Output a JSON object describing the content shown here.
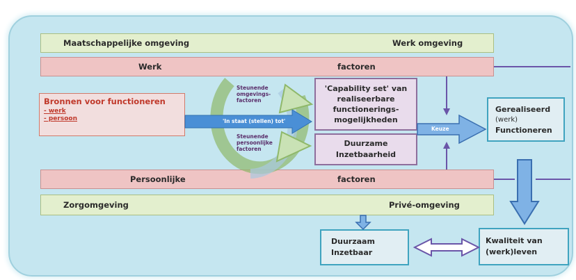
{
  "bands": {
    "maatschappelijke": "Maatschappelijke omgeving",
    "werk_omgeving": "Werk omgeving",
    "werk": "Werk",
    "factoren_top": "factoren",
    "persoonlijke": "Persoonlijke",
    "factoren_bottom": "factoren",
    "zorgomgeving": "Zorgomgeving",
    "prive_omgeving": "Privé-omgeving"
  },
  "bronnen": {
    "title": "Bronnen voor functioneren",
    "item_werk": "- werk",
    "item_persoon": "- persoon"
  },
  "middle_labels": {
    "steunende_omgevings_1": "Steunende",
    "steunende_omgevings_2": "omgevings-",
    "steunende_omgevings_3": "factoren",
    "in_staat": "'In staat (stellen) tot'",
    "steunende_persoonlijke_1": "Steunende",
    "steunende_persoonlijke_2": "persoonlijke",
    "steunende_persoonlijke_3": "factoren"
  },
  "capability": {
    "line1": "'Capability set' van",
    "line2": "realiseerbare",
    "line3": "functionerings-",
    "line4": "mogelijkheden"
  },
  "duurzame": {
    "line1": "Duurzame",
    "line2": "Inzetbaarheid"
  },
  "keuze_label": "Keuze",
  "gerealiseerd": {
    "line1": "Gerealiseerd",
    "line2": "(werk)",
    "line3": "Functioneren"
  },
  "duurzaam": {
    "line1": "Duurzaam",
    "line2": "Inzetbaar"
  },
  "kwaliteit": {
    "line1": "Kwaliteit van",
    "line2": "(werk)leven"
  },
  "colors": {
    "panel": "#c5e6f0",
    "green_band": "#e3efce",
    "pink_band": "#efc4c4",
    "lilac_box": "#e9dcec",
    "teal_border": "#3fa3bf",
    "arrow_blue": "#4a8fd6",
    "arrow_purple": "#6a55a8",
    "cycle_green": "#8fb86a"
  }
}
